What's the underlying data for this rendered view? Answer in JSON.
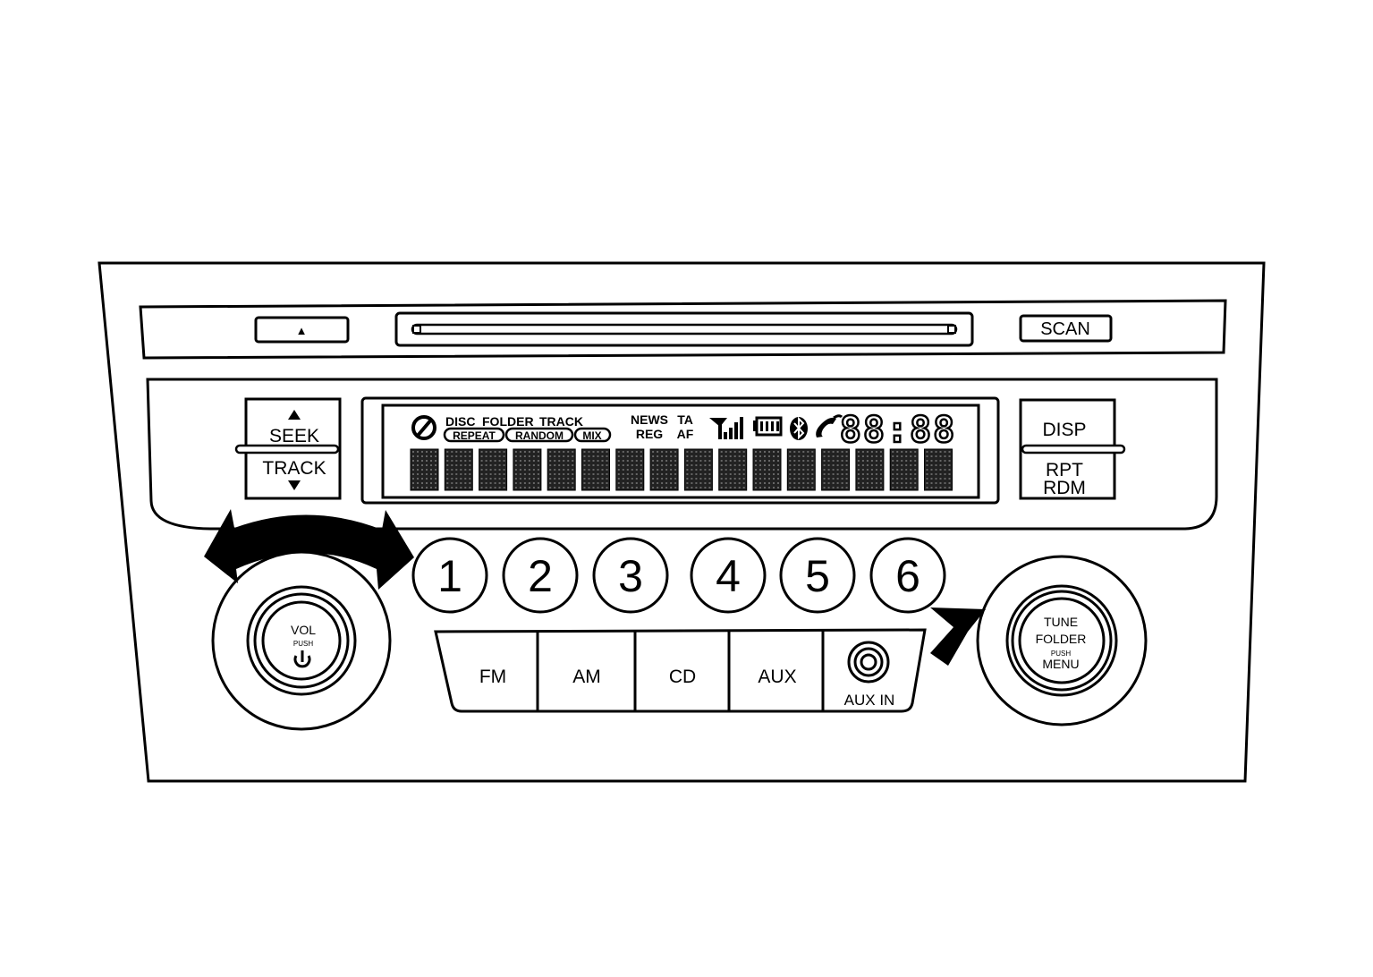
{
  "top_bar": {
    "eject_symbol": "▲",
    "scan_label": "SCAN"
  },
  "seek_track": {
    "seek_label": "SEEK",
    "track_label": "TRACK"
  },
  "display": {
    "indicators": {
      "disc": "DISC",
      "folder": "FOLDER",
      "track": "TRACK",
      "repeat": "REPEAT",
      "random": "RANDOM",
      "mix": "MIX",
      "news": "NEWS",
      "reg": "REG",
      "ta": "TA",
      "af": "AF"
    },
    "clock": "88:88",
    "char_segment_count": 16
  },
  "disp_rpt": {
    "disp_label": "DISP",
    "rpt_label": "RPT",
    "rdm_label": "RDM"
  },
  "presets": [
    "1",
    "2",
    "3",
    "4",
    "5",
    "6"
  ],
  "source_buttons": [
    "FM",
    "AM",
    "CD",
    "AUX"
  ],
  "aux_in_label": "AUX IN",
  "vol_knob": {
    "label": "VOL",
    "push_label": "PUSH"
  },
  "tune_knob": {
    "tune_label": "TUNE",
    "folder_label": "FOLDER",
    "push_label": "PUSH",
    "menu_label": "MENU"
  }
}
